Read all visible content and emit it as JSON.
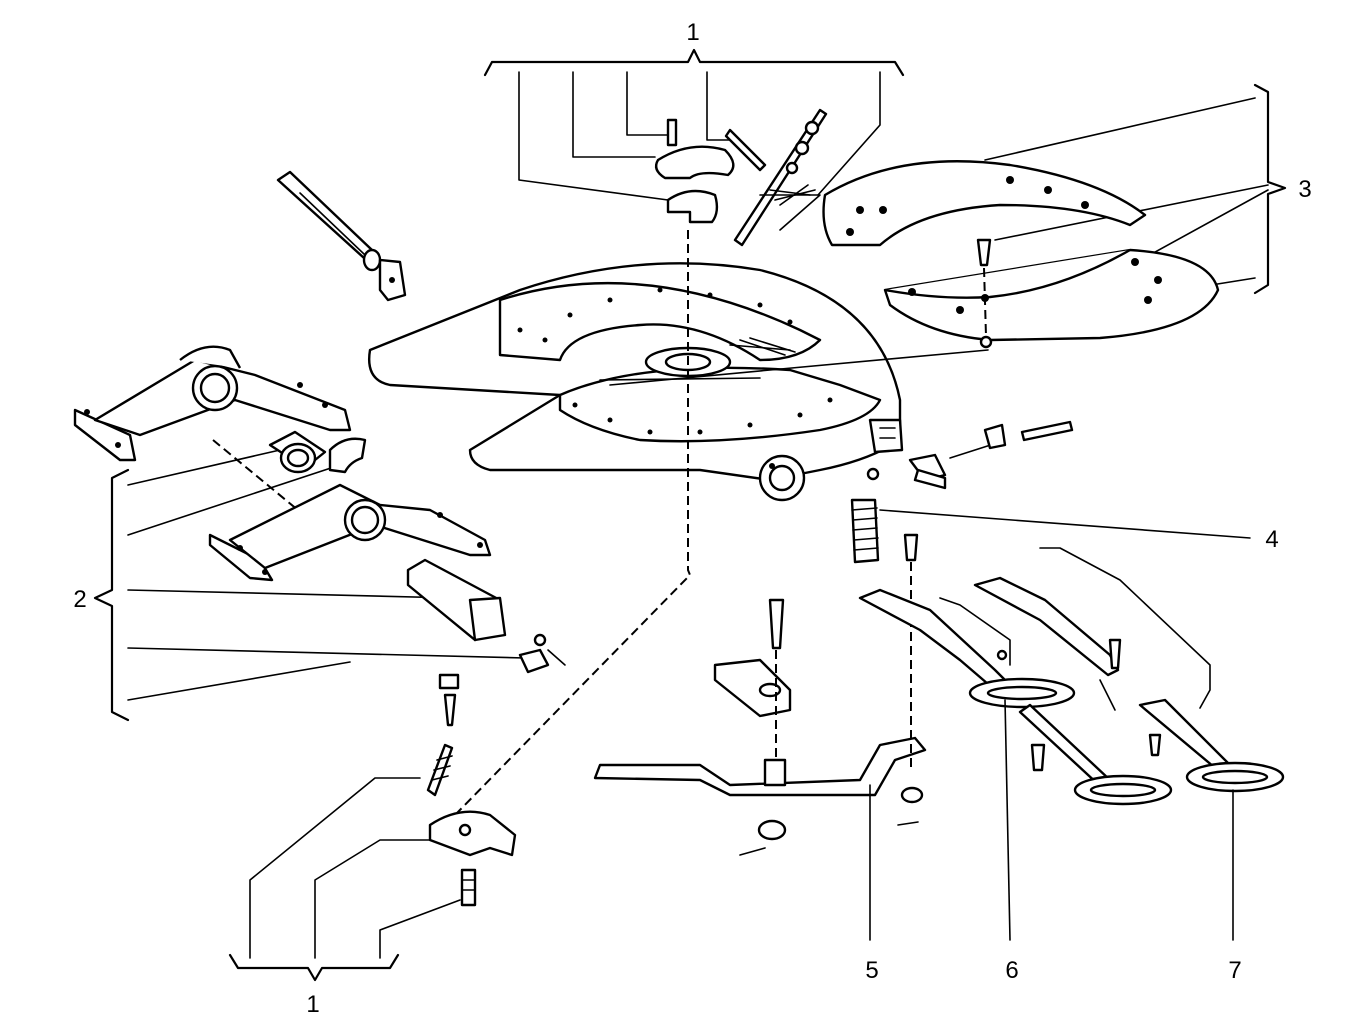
{
  "callouts": {
    "top_group": "1",
    "bottom_group": "1",
    "left_group": "2",
    "right_group": "3",
    "spring": "4",
    "lever": "5",
    "handle_a": "6",
    "handle_b": "7"
  }
}
